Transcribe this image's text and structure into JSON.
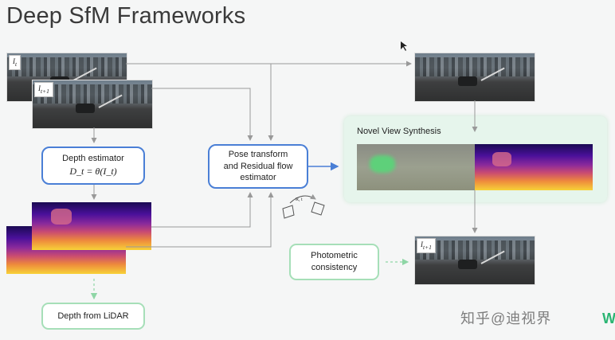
{
  "slide": {
    "title": "Deep SfM Frameworks"
  },
  "frames": {
    "input_t": "I",
    "input_t_sub": "t",
    "input_t1": "I",
    "input_t1_sub": "t+1",
    "output": "I",
    "output_sub": "t+1"
  },
  "boxes": {
    "depth_estimator": "Depth estimator",
    "depth_formula": "D_t = θ(I_t)",
    "pose_line1": "Pose transform",
    "pose_line2": "and Residual flow",
    "pose_line3": "estimator",
    "photometric_line1": "Photometric",
    "photometric_line2": "consistency",
    "depth_lidar": "Depth from LiDAR",
    "novel_view": "Novel View Synthesis",
    "rt_label": "R, t"
  },
  "watermark": {
    "text": "知乎@迪视界",
    "logo": "W"
  },
  "colors": {
    "accent_blue": "#4a7fd6",
    "accent_green": "#a6dfb8",
    "nvs_bg": "#e6f5ec"
  }
}
